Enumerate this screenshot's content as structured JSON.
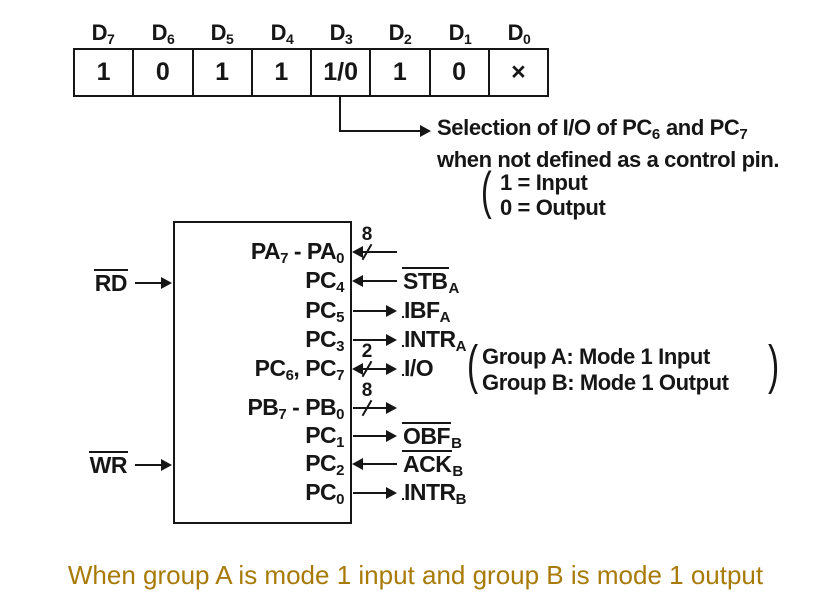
{
  "register": {
    "bits": [
      {
        "name": "D",
        "sub": "7",
        "value": "1"
      },
      {
        "name": "D",
        "sub": "6",
        "value": "0"
      },
      {
        "name": "D",
        "sub": "5",
        "value": "1"
      },
      {
        "name": "D",
        "sub": "4",
        "value": "1"
      },
      {
        "name": "D",
        "sub": "3",
        "value": "1/0"
      },
      {
        "name": "D",
        "sub": "2",
        "value": "1"
      },
      {
        "name": "D",
        "sub": "1",
        "value": "0"
      },
      {
        "name": "D",
        "sub": "0",
        "value": "×"
      }
    ]
  },
  "d3_annotation": {
    "line1_pre": "Selection of I/O of PC",
    "line1_sub1": "6",
    "line1_mid": " and PC",
    "line1_sub2": "7",
    "line2": "when not defined as a control pin.",
    "legend_open_paren": "(",
    "legend_line1": "1 = Input",
    "legend_line2": "0 = Output"
  },
  "chip": {
    "left_pins": [
      {
        "label": "RD"
      },
      {
        "label": "WR"
      }
    ],
    "right_pins": [
      {
        "t1": "PA",
        "s1": "7",
        "t2": " - PA",
        "s2": "0",
        "bus": "8"
      },
      {
        "t1": "PC",
        "s1": "4",
        "ext_over": "STB",
        "ext_sub": "A"
      },
      {
        "t1": "PC",
        "s1": "5",
        "ext_text": "IBF",
        "ext_sub": "A"
      },
      {
        "t1": "PC",
        "s1": "3",
        "ext_text": "INTR",
        "ext_sub": "A"
      },
      {
        "t1": "PC",
        "s1": "6",
        "t2": ", PC",
        "s2": "7",
        "bus": "2",
        "ext_text": "I/O"
      },
      {
        "t1": "PB",
        "s1": "7",
        "t2": " - PB",
        "s2": "0",
        "bus": "8"
      },
      {
        "t1": "PC",
        "s1": "1",
        "ext_over": "OBF",
        "ext_sub": "B"
      },
      {
        "t1": "PC",
        "s1": "2",
        "ext_over": "ACK",
        "ext_sub": "B"
      },
      {
        "t1": "PC",
        "s1": "0",
        "ext_text": "INTR",
        "ext_sub": "B"
      }
    ]
  },
  "group_note": {
    "open": "(",
    "close": ")",
    "line1": "Group A: Mode 1 Input",
    "line2": "Group B: Mode 1 Output"
  },
  "caption": {
    "text": "When group A is mode 1 input and group B is mode 1 output",
    "color": "#a87a08"
  }
}
